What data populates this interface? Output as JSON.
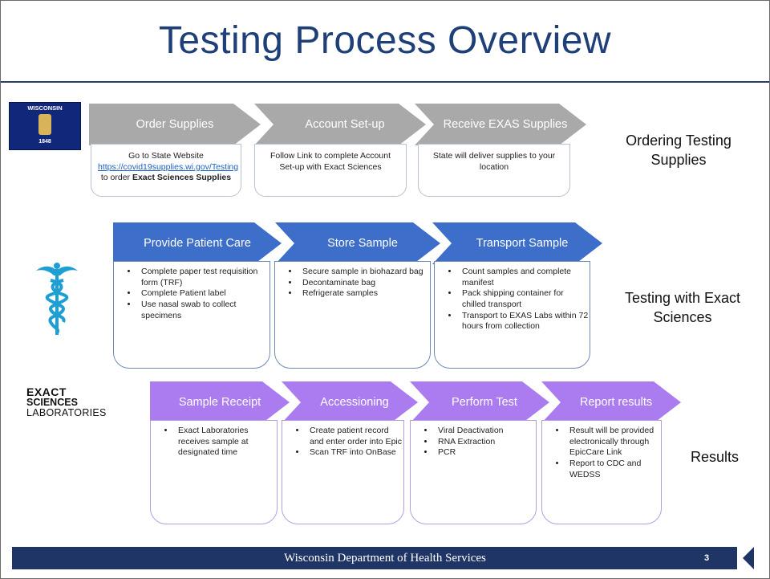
{
  "title": "Testing Process Overview",
  "flag": {
    "name": "WISCONSIN",
    "year": "1848"
  },
  "logo": {
    "line1": "EXACT",
    "line2": "SCIENCES",
    "line3": "LABORATORIES"
  },
  "row1": {
    "label": "Ordering Testing Supplies",
    "steps": [
      {
        "title": "Order Supplies",
        "text_pre": "Go to State Website",
        "link": "https://covid19supplies.wi.gov/Testing",
        "text_mid": "to order",
        "text_bold": "Exact Sciences Supplies"
      },
      {
        "title": "Account Set-up",
        "text": "Follow Link to complete Account Set-up with Exact Sciences"
      },
      {
        "title": "Receive EXAS Supplies",
        "text": "State will deliver supplies to your location"
      }
    ]
  },
  "row2": {
    "label": "Testing with Exact Sciences",
    "steps": [
      {
        "title": "Provide Patient Care",
        "items": [
          "Complete paper test requisition form (TRF)",
          "Complete Patient label",
          "Use nasal swab to collect specimens"
        ]
      },
      {
        "title": "Store Sample",
        "items": [
          "Secure sample in biohazard bag",
          "Decontaminate bag",
          "Refrigerate samples"
        ]
      },
      {
        "title": "Transport Sample",
        "items": [
          "Count samples and complete manifest",
          "Pack shipping container for chilled transport",
          "Transport to EXAS Labs within 72 hours from collection"
        ]
      }
    ]
  },
  "row3": {
    "label": "Results",
    "steps": [
      {
        "title": "Sample Receipt",
        "items": [
          "Exact Laboratories receives sample at designated time"
        ]
      },
      {
        "title": "Accessioning",
        "items": [
          "Create patient record and enter order into Epic",
          "Scan TRF into OnBase"
        ]
      },
      {
        "title": "Perform Test",
        "items": [
          "Viral Deactivation",
          "RNA Extraction",
          "PCR"
        ]
      },
      {
        "title": "Report results",
        "items": [
          "Result will be provided electronically through EpicCare Link",
          "Report to CDC and WEDSS"
        ]
      }
    ]
  },
  "footer": {
    "text": "Wisconsin Department of Health Services",
    "page": "3"
  },
  "colors": {
    "grey": "#a9a9a9",
    "blue": "#3d6ec9",
    "purple": "#ab7bf0",
    "navy": "#1f3565",
    "title": "#1f3f78"
  }
}
